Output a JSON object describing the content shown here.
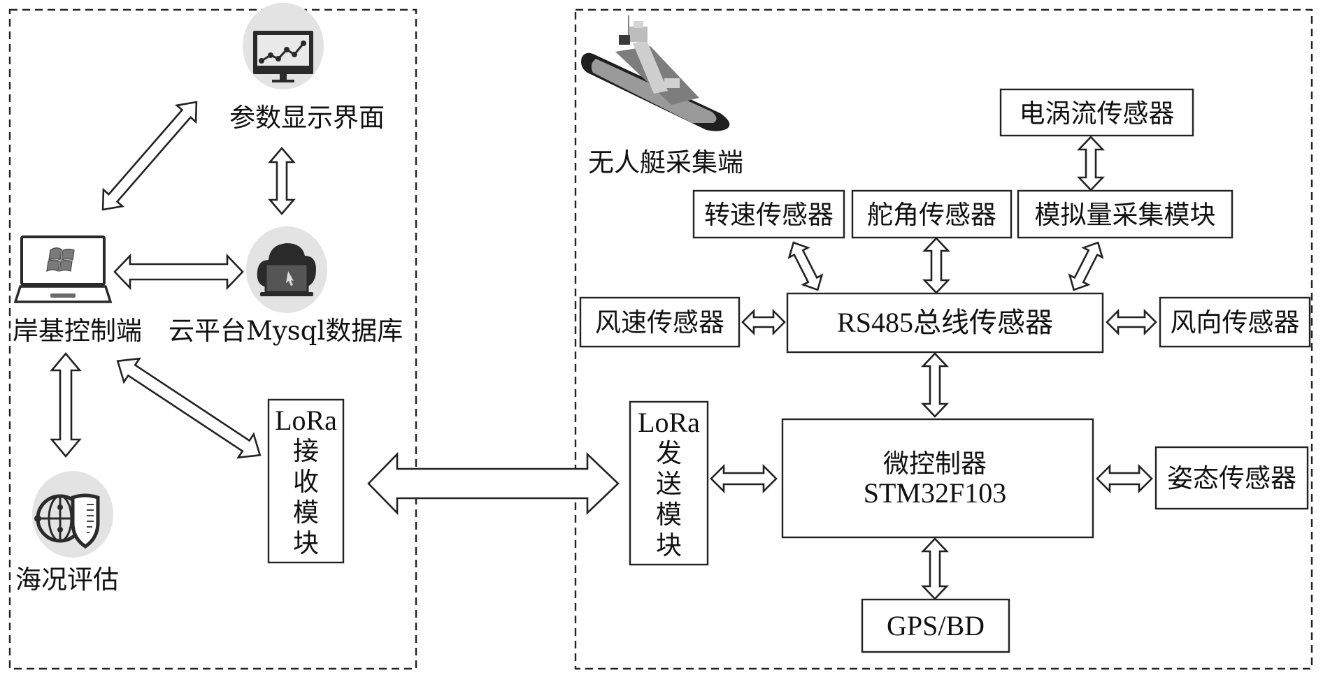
{
  "diagram": {
    "shore_side": {
      "parameter_display": "参数显示界面",
      "shore_control": "岸基控制端",
      "cloud_db": "云平台Mysql数据库",
      "sea_assessment": "海况评估",
      "lora_rx": {
        "line1": "LoRa",
        "chars": [
          "接",
          "收",
          "模",
          "块"
        ]
      }
    },
    "boat_side": {
      "title": "无人艇采集端",
      "lora_tx": {
        "line1": "LoRa",
        "chars": [
          "发",
          "送",
          "模",
          "块"
        ]
      },
      "eddy_sensor": "电涡流传感器",
      "speed_sensor": "转速传感器",
      "rudder_sensor": "舵角传感器",
      "analog_module": "模拟量采集模块",
      "wind_speed": "风速传感器",
      "rs485": "RS485总线传感器",
      "wind_dir": "风向传感器",
      "mcu_line1": "微控制器",
      "mcu_line2": "STM32F103",
      "attitude": "姿态传感器",
      "gps": "GPS/BD"
    },
    "icons": {
      "monitor": "monitor-chart-icon",
      "laptop": "laptop-windows-icon",
      "cloud": "cloud-laptop-icon",
      "globe_shield": "globe-shield-icon",
      "boat": "unmanned-boat-image"
    }
  }
}
